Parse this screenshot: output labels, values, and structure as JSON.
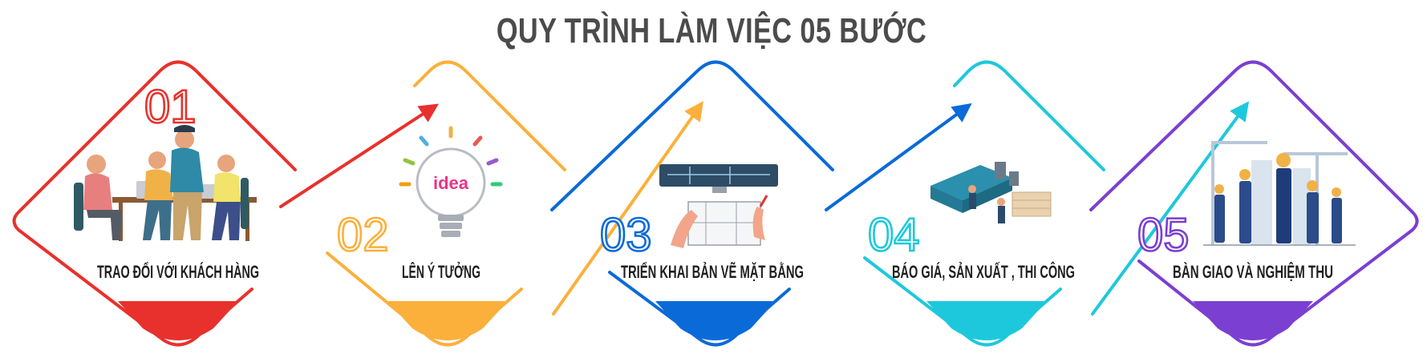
{
  "title": "QUY TRÌNH LÀM VIỆC 05 BƯỚC",
  "steps": [
    {
      "number": "01",
      "label": "TRAO ĐỔI VỚI KHÁCH HÀNG",
      "color": "#e8312c",
      "icon": "team-meeting-illustration"
    },
    {
      "number": "02",
      "label": "LÊN Ý TƯỞNG",
      "color": "#fbb03b",
      "icon": "idea-lightbulb-illustration"
    },
    {
      "number": "03",
      "label": "TRIỂN KHAI BẢN VẼ MẶT BẰNG",
      "color": "#0a6ad8",
      "icon": "floor-plan-drawing-illustration"
    },
    {
      "number": "04",
      "label": "BÁO GIÁ, SẢN XUẤT , THI CÔNG",
      "color": "#1ec8dc",
      "icon": "factory-production-illustration"
    },
    {
      "number": "05",
      "label": "BÀN GIAO VÀ NGHIỆM THU",
      "color": "#7b3fd1",
      "icon": "construction-workers-illustration"
    }
  ]
}
